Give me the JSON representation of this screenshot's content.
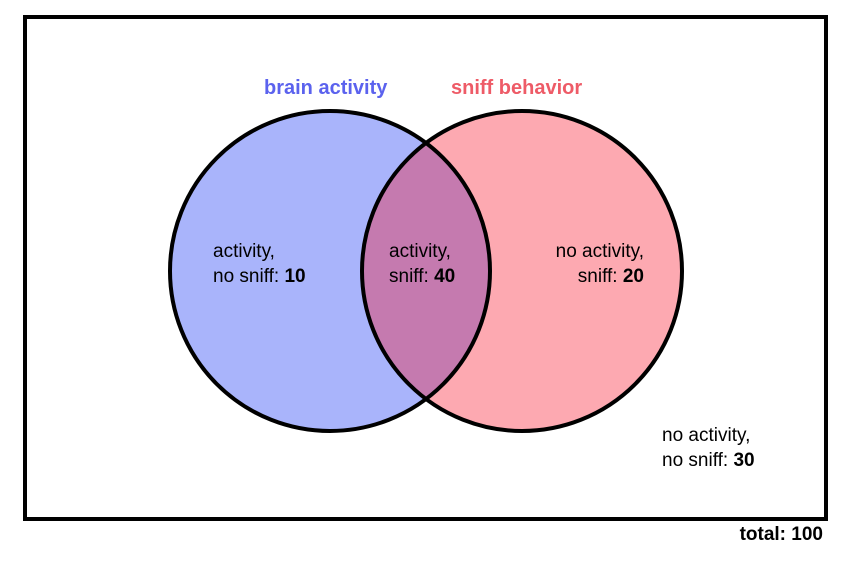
{
  "sets": {
    "a": {
      "label": "brain activity",
      "color": "#5b62ee",
      "fill": "#a9b4fb"
    },
    "b": {
      "label": "sniff behavior",
      "color": "#ee5b67",
      "fill": "#fda9b1"
    },
    "overlap_fill": "#c57aaf"
  },
  "regions": {
    "a_only": {
      "line1": "activity,",
      "line2_prefix": "no sniff: ",
      "count": "10"
    },
    "both": {
      "line1": "activity,",
      "line2_prefix": "sniff: ",
      "count": "40"
    },
    "b_only": {
      "line1": "no activity,",
      "line2_prefix": "sniff: ",
      "count": "20"
    },
    "neither": {
      "line1": "no activity,",
      "line2_prefix": "no sniff: ",
      "count": "30"
    }
  },
  "total": {
    "prefix": "total: ",
    "count": "100"
  }
}
